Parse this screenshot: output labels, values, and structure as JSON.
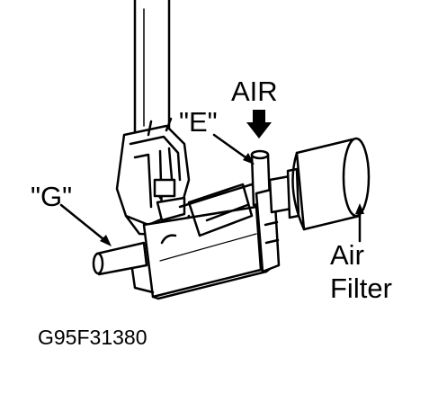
{
  "labels": {
    "air": "AIR",
    "e": "\"E\"",
    "g": "\"G\"",
    "air_filter_line1": "Air",
    "air_filter_line2": "Filter",
    "figure_code": "G95F31380"
  }
}
